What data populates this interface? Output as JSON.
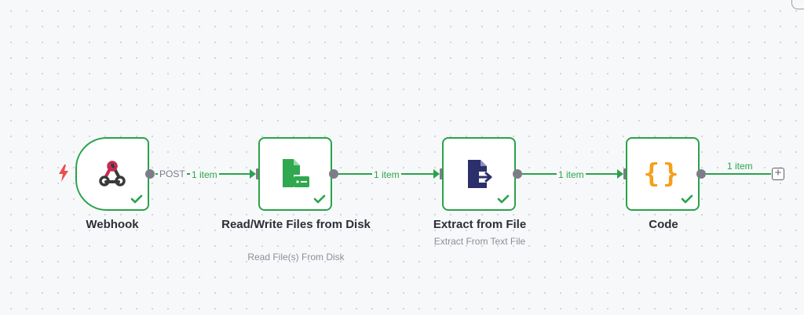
{
  "nodes": [
    {
      "name": "Webhook",
      "subtitle": ""
    },
    {
      "name": "Read/Write Files from Disk",
      "subtitle": "Read File(s) From Disk"
    },
    {
      "name": "Extract from File",
      "subtitle": "Extract From Text File"
    },
    {
      "name": "Code",
      "subtitle": ""
    }
  ],
  "connections": [
    {
      "method": "POST",
      "count": "1 item"
    },
    {
      "count": "1 item"
    },
    {
      "count": "1 item"
    },
    {
      "count": "1 item"
    }
  ],
  "code_icon_text": "{}",
  "add_node_symbol": "+",
  "colors": {
    "accent": "#29a34a",
    "trigger_bolt": "#ef4d4d",
    "webhook_pink": "#c8274f",
    "file_green": "#2fa84f",
    "extract_navy": "#2b2f6b",
    "code_orange": "#f59f1a"
  },
  "icons": [
    "lightning-bolt-icon",
    "webhook-icon",
    "file-disk-icon",
    "file-extract-icon",
    "code-braces-icon",
    "checkmark-icon",
    "plus-icon"
  ]
}
